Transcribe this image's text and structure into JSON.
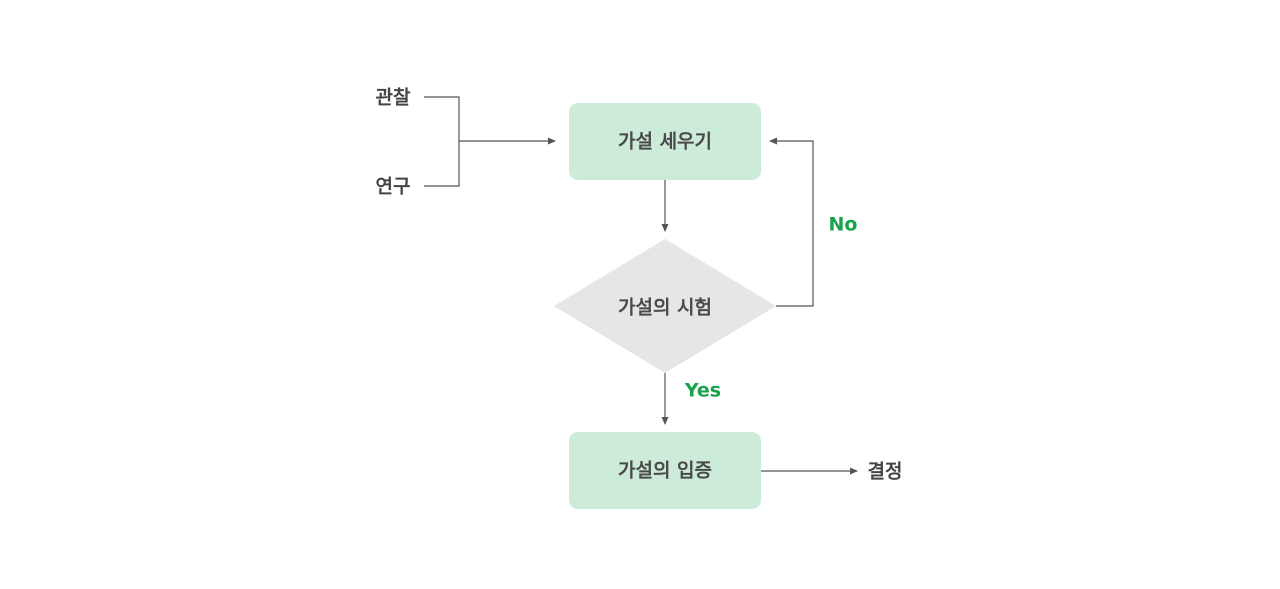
{
  "nodes": {
    "hypothesis": "가설 세우기",
    "test": "가설의 시험",
    "verify": "가설의 입증"
  },
  "inputs": {
    "observation": "관찰",
    "research": "연구"
  },
  "output": {
    "decision": "결정"
  },
  "branches": {
    "no": "No",
    "yes": "Yes"
  },
  "colors": {
    "process_fill": "#cdebd9",
    "decision_fill": "#e6e6e8",
    "line": "#555555",
    "branch_text": "#17a34a"
  }
}
